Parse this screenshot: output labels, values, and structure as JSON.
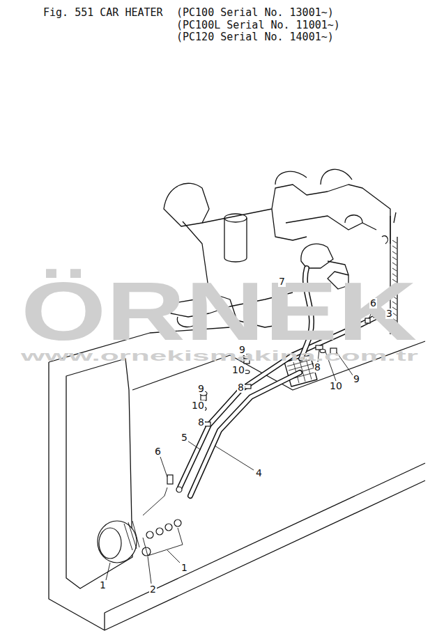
{
  "diagram": {
    "title": "Fig. 551  CAR HEATER",
    "labels": [
      "(PC100 Serial No. 13001~)",
      "(PC100L Serial No. 11001~)",
      "(PC120 Serial No. 14001~)",
      "ÖRNEK",
      "www.ornekismakina.com.tr",
      "7",
      "6",
      "3",
      "9",
      "10",
      "8",
      "8",
      "10",
      "9",
      "9",
      "10",
      "8",
      "5",
      "6",
      "4",
      "1",
      "2",
      "1"
    ]
  }
}
